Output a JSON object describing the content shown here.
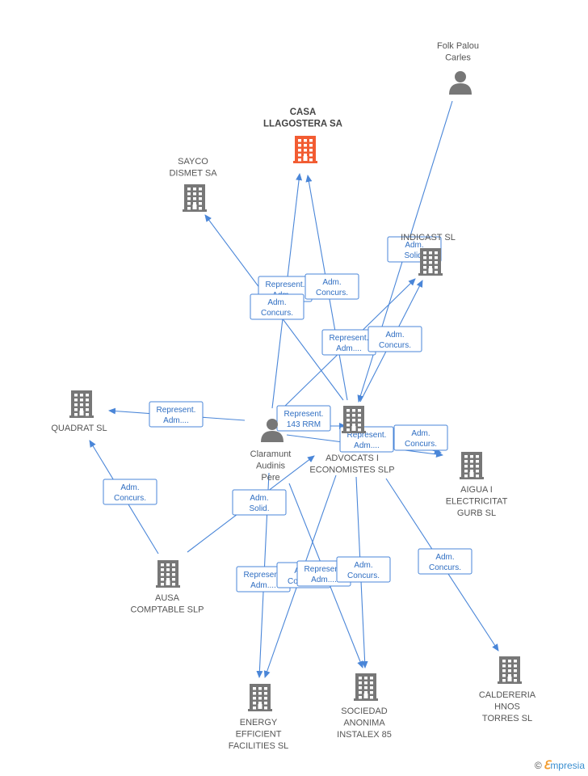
{
  "colors": {
    "edge": "#4a86d8",
    "node_company": "#777777",
    "node_main": "#f25c32",
    "node_person": "#777777"
  },
  "nodes": [
    {
      "id": "casa",
      "type": "company",
      "main": true,
      "lines": [
        "CASA",
        "LLAGOSTERA SA"
      ],
      "icon": "building-icon"
    },
    {
      "id": "folk",
      "type": "person",
      "lines": [
        "Folk Palou",
        "Carles"
      ],
      "icon": "person-icon"
    },
    {
      "id": "sayco",
      "type": "company",
      "lines": [
        "SAYCO",
        "DISMET SA"
      ],
      "icon": "building-icon"
    },
    {
      "id": "indicast",
      "type": "company",
      "lines": [
        "INDICAST SL"
      ],
      "icon": "building-icon"
    },
    {
      "id": "quadrat",
      "type": "company",
      "lines": [
        "QUADRAT SL"
      ],
      "icon": "building-icon"
    },
    {
      "id": "claramunt",
      "type": "person",
      "lines": [
        "Claramunt",
        "Audinis",
        "Pere"
      ],
      "icon": "person-icon"
    },
    {
      "id": "advocats",
      "type": "company",
      "lines": [
        "ADVOCATS I",
        "ECONOMISTES SLP"
      ],
      "icon": "building-icon"
    },
    {
      "id": "aigua",
      "type": "company",
      "lines": [
        "AIGUA I",
        "ELECTRICITAT",
        "GURB SL"
      ],
      "icon": "building-icon"
    },
    {
      "id": "ausa",
      "type": "company",
      "lines": [
        "AUSA",
        "COMPTABLE SLP"
      ],
      "icon": "building-icon"
    },
    {
      "id": "energy",
      "type": "company",
      "lines": [
        "ENERGY",
        "EFFICIENT",
        "FACILITIES SL"
      ],
      "icon": "building-icon"
    },
    {
      "id": "sociedad",
      "type": "company",
      "lines": [
        "SOCIEDAD",
        "ANONIMA",
        "INSTALEX 85"
      ],
      "icon": "building-icon"
    },
    {
      "id": "caldereria",
      "type": "company",
      "lines": [
        "CALDERERIA",
        "HNOS",
        "TORRES SL"
      ],
      "icon": "building-icon"
    }
  ],
  "edges": [
    {
      "from": "claramunt",
      "to": "casa",
      "lines": [
        "Represent.",
        "Adm...."
      ]
    },
    {
      "from": "advocats",
      "to": "casa",
      "lines": [
        "Adm.",
        "Concurs."
      ]
    },
    {
      "from": "advocats",
      "to": "sayco",
      "lines": [
        "Adm.",
        "Concurs."
      ]
    },
    {
      "from": "folk",
      "to": "advocats",
      "lines": [
        "Adm.",
        "Solid."
      ]
    },
    {
      "from": "claramunt",
      "to": "indicast",
      "lines": [
        "Represent.",
        "Adm...."
      ]
    },
    {
      "from": "advocats",
      "to": "indicast",
      "lines": [
        "Adm.",
        "Concurs."
      ]
    },
    {
      "from": "claramunt",
      "to": "quadrat",
      "lines": [
        "Represent.",
        "Adm...."
      ]
    },
    {
      "from": "claramunt",
      "to": "advocats",
      "lines": [
        "Represent.",
        "143 RRM"
      ]
    },
    {
      "from": "claramunt",
      "to": "aigua",
      "lines": [
        "Represent.",
        "Adm...."
      ]
    },
    {
      "from": "advocats",
      "to": "aigua",
      "lines": [
        "Adm.",
        "Concurs."
      ]
    },
    {
      "from": "ausa",
      "to": "quadrat",
      "lines": [
        "Adm.",
        "Concurs."
      ]
    },
    {
      "from": "ausa",
      "to": "advocats",
      "lines": [
        "Adm.",
        "Solid."
      ]
    },
    {
      "from": "claramunt",
      "to": "energy",
      "lines": [
        "Represent.",
        "Adm...."
      ]
    },
    {
      "from": "advocats",
      "to": "energy",
      "lines": [
        "Adm.",
        "Concurs."
      ]
    },
    {
      "from": "claramunt",
      "to": "sociedad",
      "lines": [
        "Represent.",
        "Adm...."
      ]
    },
    {
      "from": "advocats",
      "to": "sociedad",
      "lines": [
        "Adm.",
        "Concurs."
      ]
    },
    {
      "from": "advocats",
      "to": "caldereria",
      "lines": [
        "Adm.",
        "Concurs."
      ]
    }
  ],
  "footer": {
    "copyright": "©",
    "brand_first": "ℇ",
    "brand_rest": "mpresia"
  }
}
